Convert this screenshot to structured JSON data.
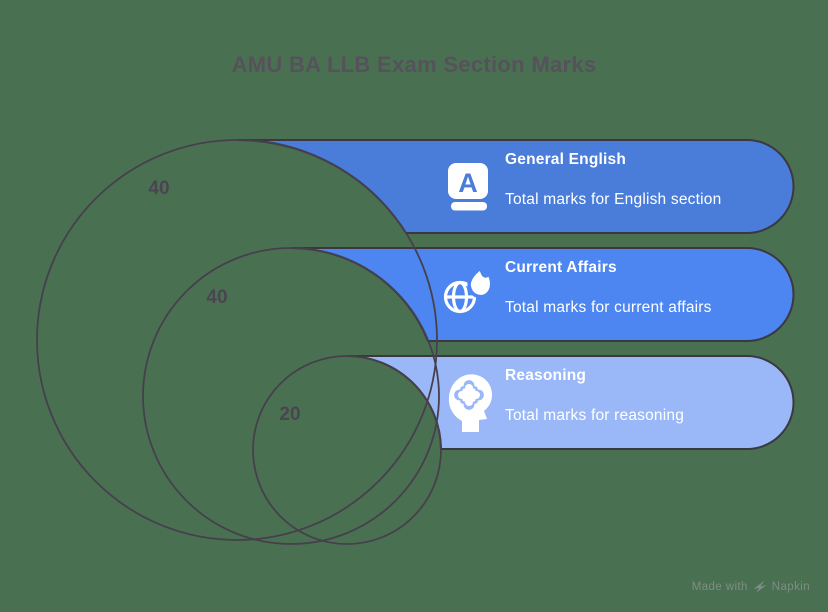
{
  "title": "AMU BA LLB Exam Section Marks",
  "sections": [
    {
      "label": "General English",
      "description": "Total marks for English section",
      "marks": 40,
      "icon": "dictionary-book-icon",
      "icon_letter": "A"
    },
    {
      "label": "Current Affairs",
      "description": "Total marks for current affairs",
      "marks": 40,
      "icon": "globe-flame-icon"
    },
    {
      "label": "Reasoning",
      "description": "Total marks for reasoning",
      "marks": 20,
      "icon": "head-puzzle-icon"
    }
  ],
  "colors": {
    "background": "#4a7052",
    "pill1": "#4a7cd9",
    "pill2": "#4d86f0",
    "pill3": "#9ab8f8",
    "outline": "#46404c",
    "title_text": "#55525c",
    "marks_text": "#4a4551",
    "pill_text": "#ffffff"
  },
  "watermark": {
    "prefix": "Made with",
    "brand": "Napkin"
  }
}
